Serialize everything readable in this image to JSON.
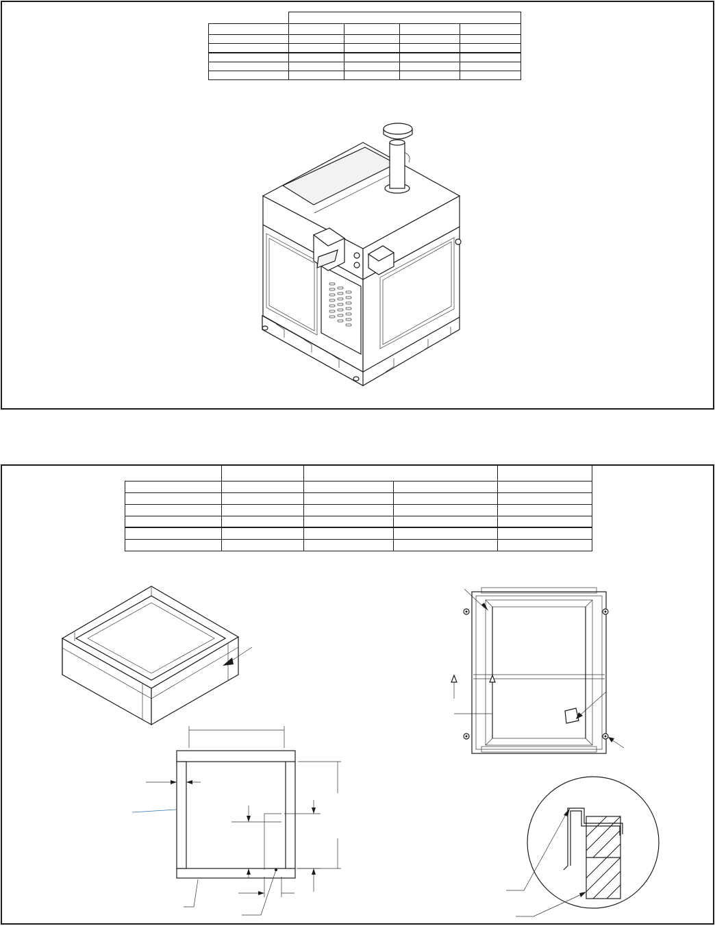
{
  "figure_top": {
    "table": {
      "columns": 5,
      "rows": 7,
      "spanned_header": true
    }
  },
  "figure_bottom": {
    "table": {
      "columns": 5,
      "rows": 7,
      "spanned_header": true
    }
  },
  "colors": {
    "line": "#1a1a1a",
    "background": "#ffffff",
    "leader_accent": "#2a6db0"
  }
}
